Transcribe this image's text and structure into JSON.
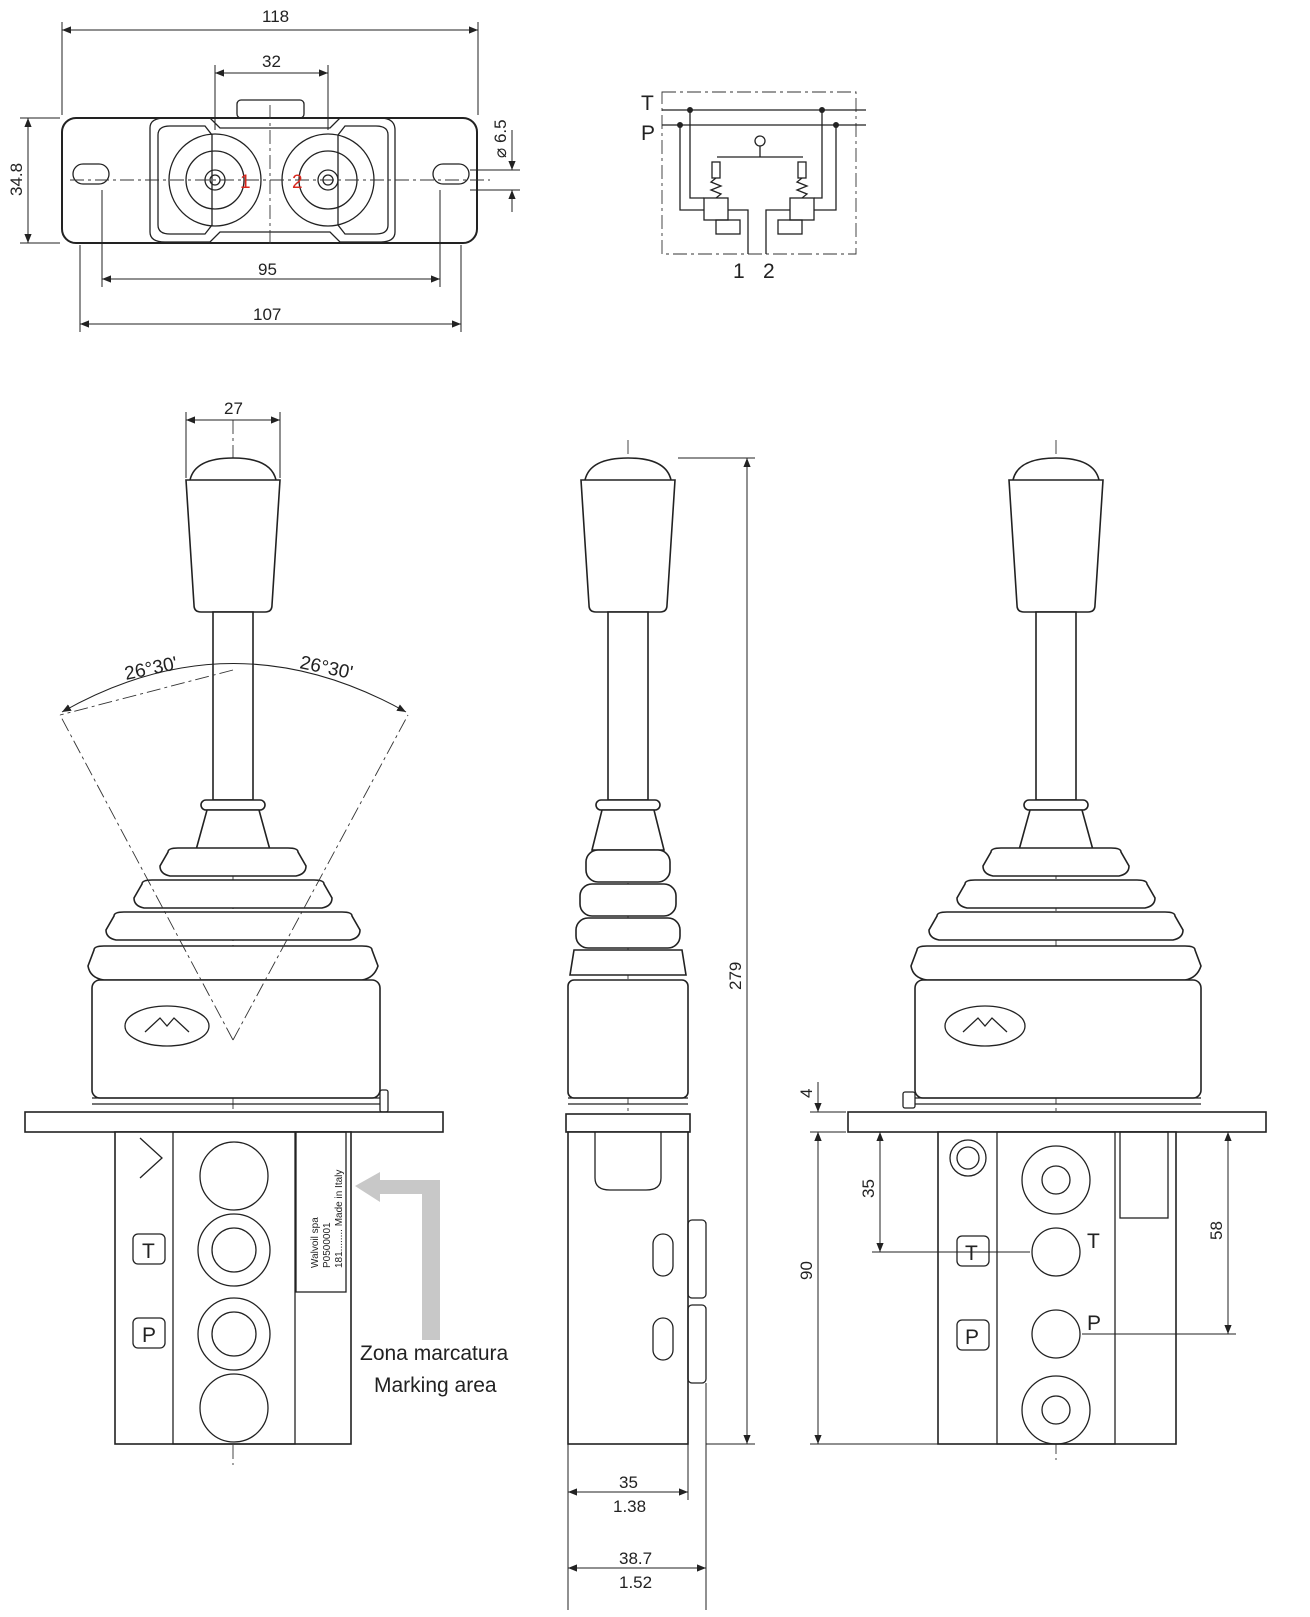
{
  "top_view": {
    "overall_width": "118",
    "port_spacing": "32",
    "height": "34.8",
    "hole_diameter": "⌀ 6.5",
    "hole_spacing": "95",
    "base_width": "107",
    "port_1_label": "1",
    "port_2_label": "2"
  },
  "schematic": {
    "tank_label": "T",
    "pressure_label": "P",
    "port_1_label": "1",
    "port_2_label": "2"
  },
  "front_view": {
    "knob_width": "27",
    "angle_left": "26°30'",
    "angle_right": "26°30'",
    "tank_port_label": "T",
    "pressure_port_label": "P",
    "marking_text_1": "Walvoil spa",
    "marking_text_2": "P0500001",
    "marking_text_3": "181........ Made in Italy",
    "marking_area_it": "Zona marcatura",
    "marking_area_en": "Marking area"
  },
  "side_view": {
    "total_height": "279",
    "body_width_mm": "35",
    "body_width_in": "1.38",
    "flange_width_mm": "38.7",
    "flange_width_in": "1.52"
  },
  "rear_view": {
    "flange_thickness": "4",
    "body_height": "90",
    "to_tank_port": "35",
    "to_pressure_port": "58",
    "tank_label": "T",
    "pressure_label": "P",
    "tank_box_label": "T",
    "pressure_box_label": "P"
  },
  "colors": {
    "line": "#222222",
    "port_number_red": "#d8281e",
    "marking_arrow": "#c8c8c8"
  }
}
